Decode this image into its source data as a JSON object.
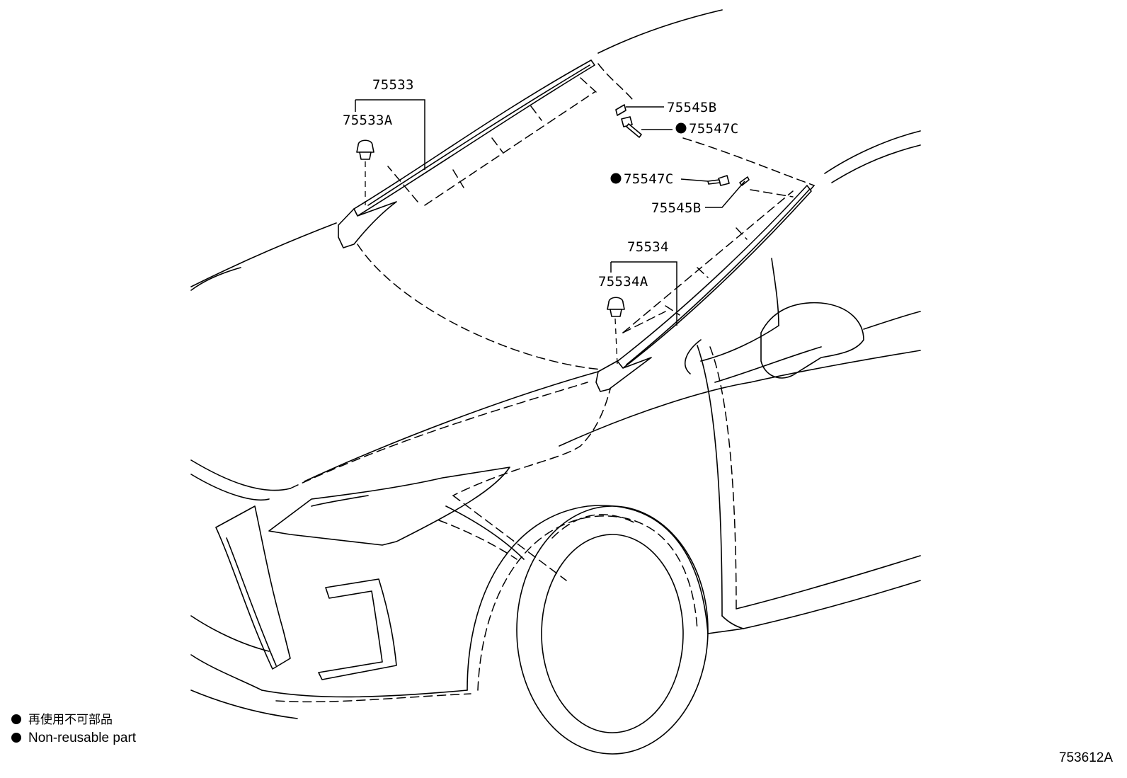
{
  "parts": {
    "p75533": "75533",
    "p75533A": "75533A",
    "p75545B_upper": "75545B",
    "p75547C_upper": "75547C",
    "p75547C_lower": "75547C",
    "p75545B_lower": "75545B",
    "p75534": "75534",
    "p75534A": "75534A"
  },
  "legend": {
    "japanese": "再使用不可部品",
    "english": "Non-reusable part"
  },
  "drawing_number": "753612A",
  "colors": {
    "line": "#000000",
    "background": "#ffffff"
  }
}
